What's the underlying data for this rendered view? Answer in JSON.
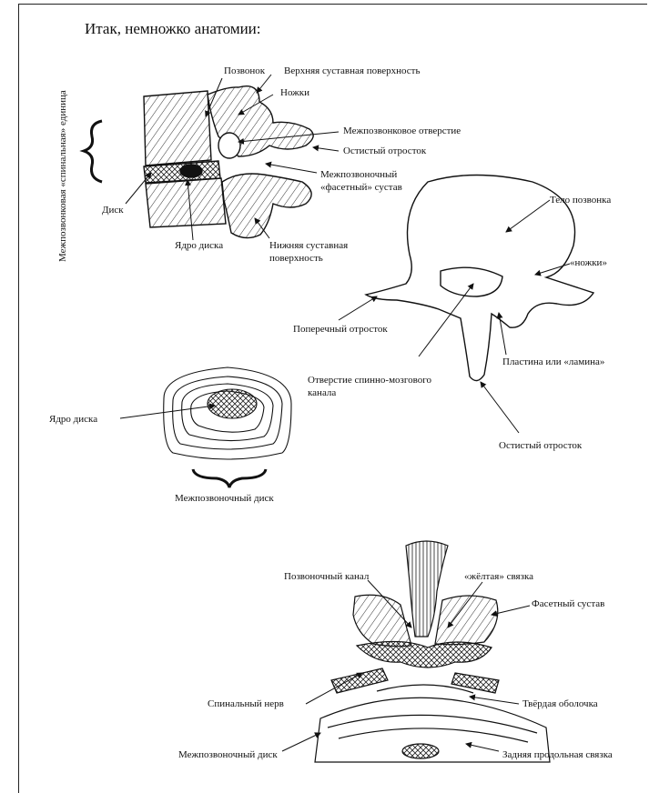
{
  "title": "Итак, немножко анатомии:",
  "side_label": "Межпозвонковая «спинальная» единица",
  "lateral_view": {
    "labels": {
      "vertebra": "Позвонок",
      "superior_surface": "Верхняя суставная поверхность",
      "pedicles": "Ножки",
      "foramen": "Межпозвонковое отверстие",
      "spinous": "Остистый отросток",
      "facet_joint_1": "Межпозвоночный",
      "facet_joint_2": "«фасетный» сустав",
      "disc": "Диск",
      "nucleus": "Ядро диска",
      "inferior_surface_1": "Нижняя суставная",
      "inferior_surface_2": "поверхность"
    }
  },
  "axial_view": {
    "labels": {
      "body": "Тело позвонка",
      "pedicles": "«ножки»",
      "transverse": "Поперечный отросток",
      "lamina": "Пластина или «ламина»",
      "canal_1": "Отверстие спинно-мозгового",
      "canal_2": "канала",
      "spinous": "Остистый отросток"
    }
  },
  "disc_view": {
    "labels": {
      "nucleus": "Ядро диска",
      "disc": "Межпозвоночный диск"
    }
  },
  "canal_view": {
    "labels": {
      "canal": "Позвоночный канал",
      "yellow_ligament": "«жёлтая» связка",
      "facet": "Фасетный сустав",
      "nerve": "Спинальный нерв",
      "dura": "Твёрдая оболочка",
      "disc": "Межпозвоночный диск",
      "posterior_ligament": "Задняя продольная связка"
    }
  }
}
